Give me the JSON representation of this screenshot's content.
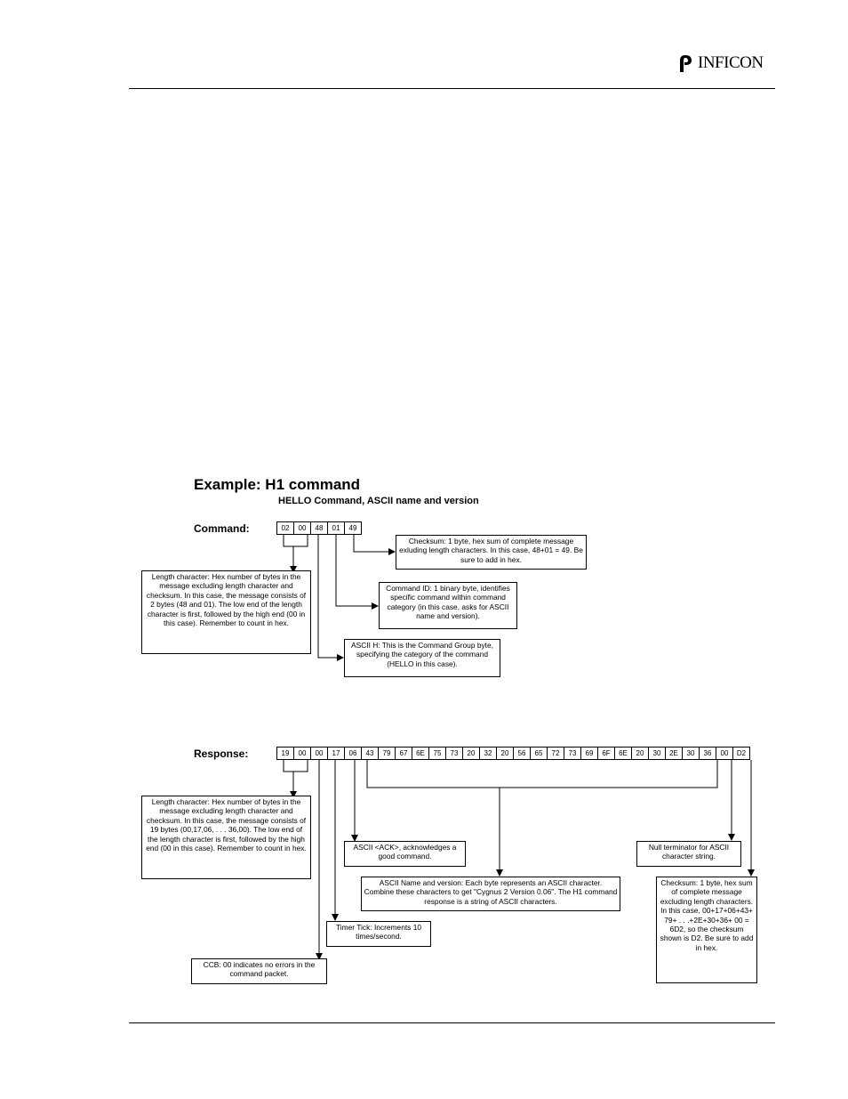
{
  "header": {
    "logo_text": "INFICON"
  },
  "diagram": {
    "title": "Example:  H1 command",
    "subtitle": "HELLO Command, ASCII name and version",
    "command_label": "Command:",
    "command_bytes": [
      "02",
      "00",
      "48",
      "01",
      "49"
    ],
    "response_label": "Response:",
    "response_bytes": [
      "19",
      "00",
      "00",
      "17",
      "06",
      "43",
      "79",
      "67",
      "6E",
      "75",
      "73",
      "20",
      "32",
      "20",
      "56",
      "65",
      "72",
      "73",
      "69",
      "6F",
      "6E",
      "20",
      "30",
      "2E",
      "30",
      "36",
      "00",
      "D2"
    ],
    "command_notes": {
      "checksum": "Checksum:  1 byte, hex sum of complete message exluding length characters. In this case, 48+01 = 49. Be sure to add in hex.",
      "command_id": "Command ID:  1 binary byte, identifies specific command within command category (in this case, asks for ASCII name and version).",
      "ascii_h": "ASCII H:  This is the Command Group byte, specifying the category of the command (HELLO in this case).",
      "length": "Length character:  Hex number of bytes in the message excluding length character and checksum.  In this case, the message consists of 2 bytes (48 and 01).  The low end of the length character is first, followed by the high end (00 in this case). Remember to count in hex."
    },
    "response_notes": {
      "length": "Length character:  Hex number of bytes in the message excluding length character and checksum. In this case, the message consists of 19 bytes (00,17,06, . . . 36,00). The low end of the length character is first, followed by the high end (00 in this case). Remember to count in hex.",
      "ack": "ASCII <ACK>, acknowledges a good command.",
      "null_terminator": "Null terminator for ASCII character string.",
      "name_version": "ASCII Name and version:  Each byte represents an ASCII character. Combine these characters to get \"Cygnus 2 Version 0.06\". The H1 command response is a string of ASCII characters.",
      "checksum": "Checksum:  1 byte, hex sum of complete message excluding length characters. In this case, 00+17+06+43+ 79+ . . .+2E+30+36+ 00 = 6D2, so the checksum shown is D2. Be sure to add in hex.",
      "timer": "Timer Tick:  Increments 10 times/second.",
      "ccb": "CCB:  00 indicates no errors in the command packet."
    }
  }
}
